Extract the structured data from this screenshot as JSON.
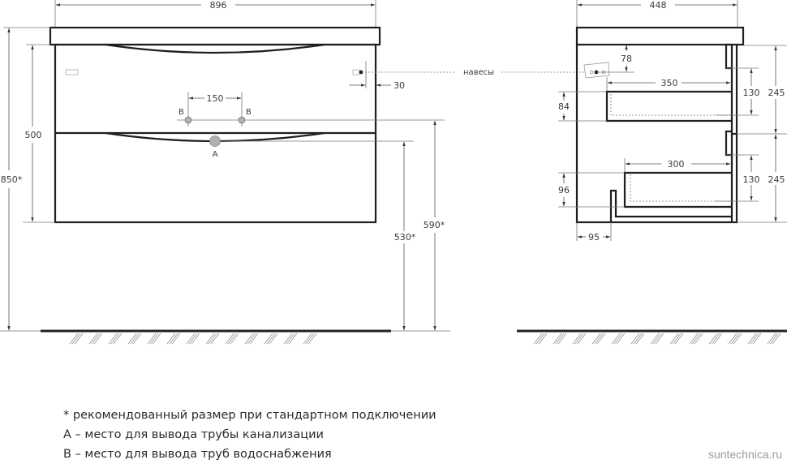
{
  "front_view": {
    "width_dim": "896",
    "height_body_dim": "500",
    "total_height_dim": "850*",
    "b_spacing_dim": "150",
    "b_label_left": "B",
    "b_label_right": "B",
    "a_label": "A",
    "hanger_offset_dim": "30",
    "drain_height_dim": "530*",
    "water_height_dim": "590*"
  },
  "hangers_label": "навесы",
  "side_view": {
    "depth_dim": "448",
    "hanger_drop_dim": "78",
    "upper_drawer_depth_dim": "350",
    "upper_drawer_height_dim": "84",
    "upper_inner_dim": "130",
    "upper_section_dim": "245",
    "lower_drawer_depth_dim": "300",
    "lower_drawer_height_dim": "96",
    "lower_inner_dim": "130",
    "lower_section_dim": "245",
    "back_offset_dim": "95"
  },
  "notes": [
    "* рекомендованный размер при стандартном подключении",
    "А – место для вывода трубы канализации",
    "В – место для вывода труб водоснабжения"
  ],
  "watermark": "suntechnica.ru",
  "colors": {
    "outline": "#1f1f1f",
    "dimension": "#555555",
    "pipe_fill": "#b0b0b0",
    "watermark": "#9a9a9a"
  }
}
